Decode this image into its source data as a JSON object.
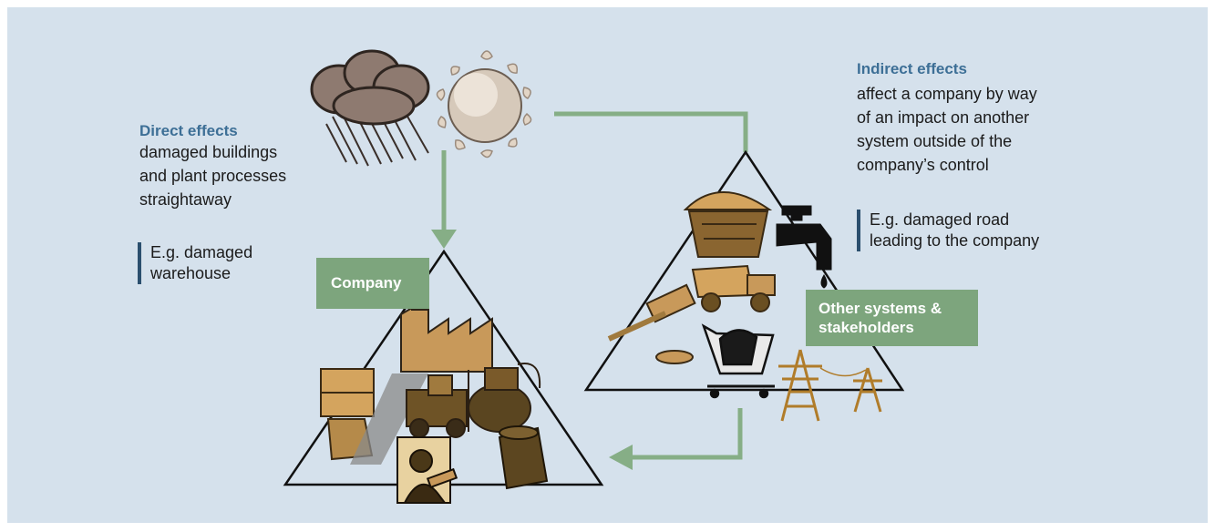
{
  "direct": {
    "heading": "Direct effects",
    "lines": [
      "damaged buildings",
      "and plant processes",
      "straightaway"
    ],
    "example_lines": [
      "E.g. damaged",
      "warehouse"
    ]
  },
  "indirect": {
    "heading": "Indirect effects",
    "lines": [
      "affect a company by way",
      "of an impact on another",
      "system outside of the",
      "company’s control"
    ],
    "example_lines": [
      "E.g. damaged road",
      "leading to the company"
    ]
  },
  "company_label": "Company",
  "other_label_lines": [
    "Other systems &",
    "stakeholders"
  ],
  "colors": {
    "panel": "#d5e1ec",
    "heading": "#3d6f96",
    "label_box": "#7da57d",
    "arrow": "#86ae86",
    "illustration": "#c8995a"
  },
  "icons": [
    "storm-cloud-icon",
    "sun-icon",
    "factory-icon",
    "forklift-icon",
    "crate-icon",
    "generator-icon",
    "oil-barrel-icon",
    "worker-icon",
    "crop-basket-icon",
    "water-tap-icon",
    "dump-truck-icon",
    "gavel-icon",
    "shopping-cart-icon",
    "power-pylon-icon"
  ]
}
